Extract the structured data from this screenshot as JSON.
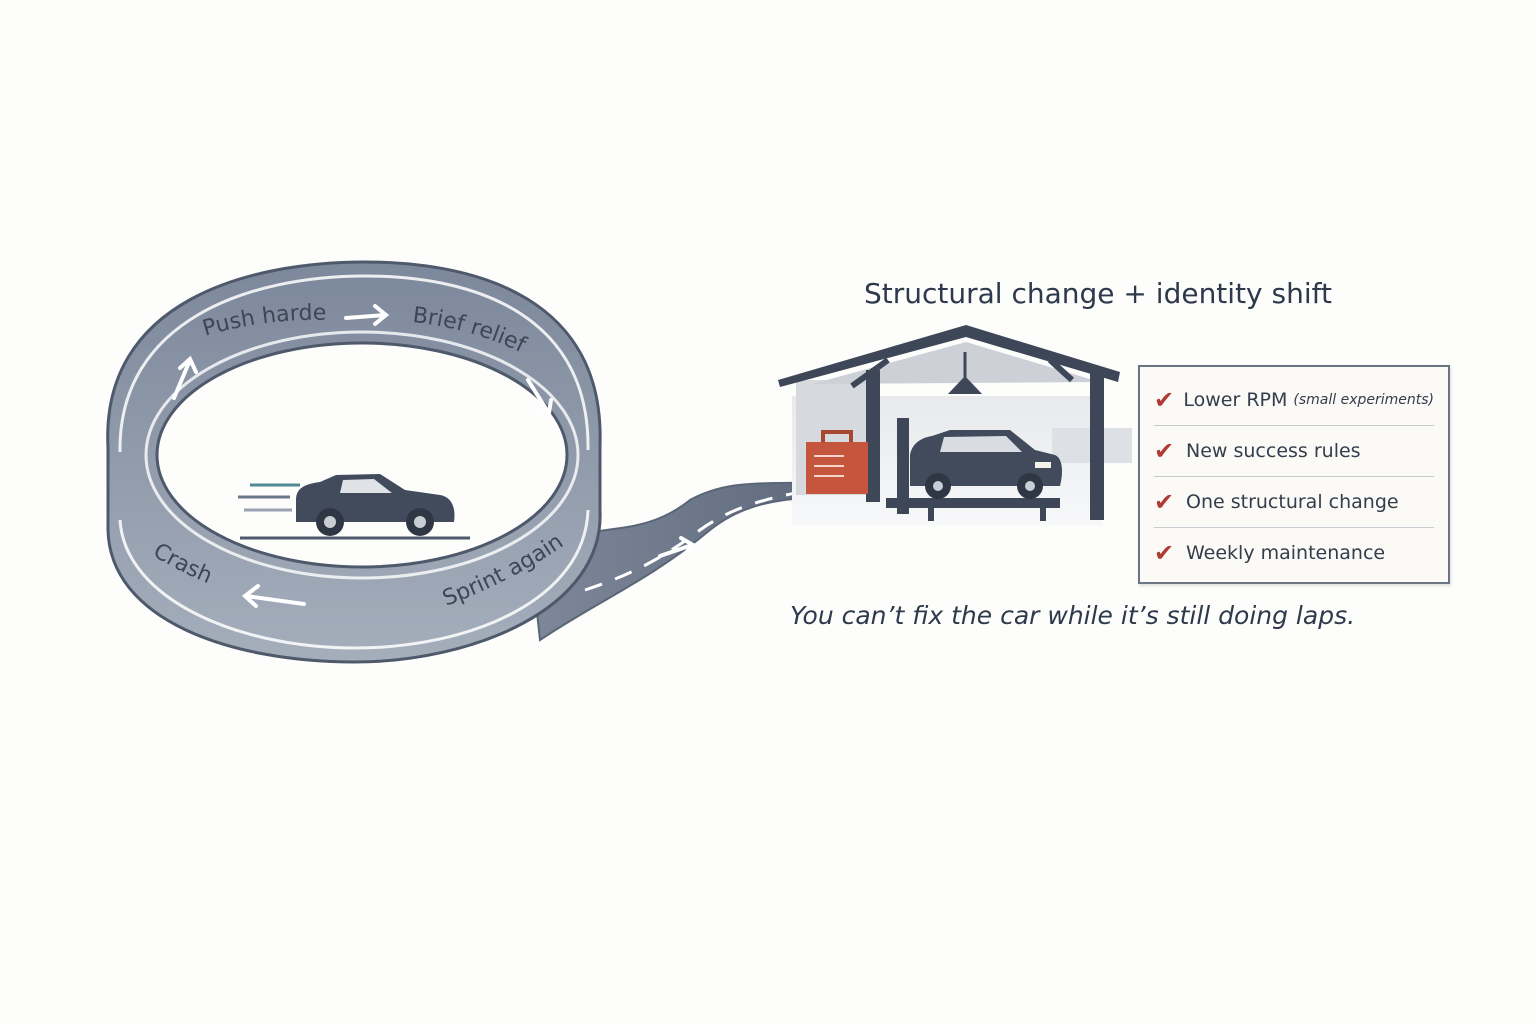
{
  "loop": {
    "labels": {
      "push_harder": "Push harder",
      "brief_relief": "Brief relief",
      "sprint_again": "Sprint again",
      "crash": "Crash"
    }
  },
  "garage": {
    "title": "Structural change + identity shift",
    "checklist": [
      {
        "label": "Lower RPM",
        "note": "(small experiments)"
      },
      {
        "label": "New success rules",
        "note": ""
      },
      {
        "label": "One structural change",
        "note": ""
      },
      {
        "label": "Weekly maintenance",
        "note": ""
      }
    ],
    "check_icon": "check-mark-icon"
  },
  "caption": "You can’t fix the car while it’s still doing laps.",
  "colors": {
    "track": "#8a96a8",
    "track_edge": "#59657a",
    "road": "#6f7a8b",
    "car": "#404a5b",
    "garage_roof": "#3d4757",
    "toolbox": "#c5553c",
    "check": "#b23a34",
    "text": "#2e3a4b"
  }
}
